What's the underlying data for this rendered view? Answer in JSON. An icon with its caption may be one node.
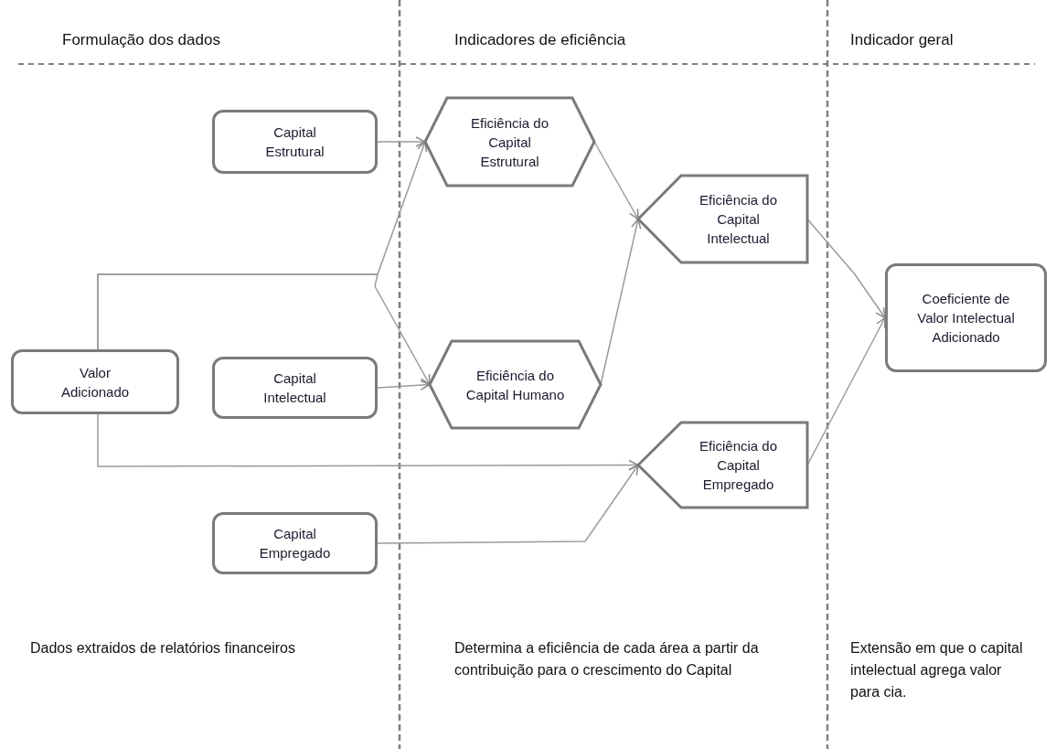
{
  "diagram": {
    "nodes": [
      {
        "text": [
          "Capital Estrutural"
        ]
      },
      {
        "text": [
          "Valor Adicionado"
        ]
      },
      {
        "text": [
          "Capital Intelectual"
        ]
      },
      {
        "text": [
          "Capital Empregado"
        ]
      },
      {
        "text": [
          "Eficiência do Capital Estrutural"
        ]
      },
      {
        "text": [
          "Eficiência do Capital Humano"
        ]
      },
      {
        "text": [
          "Eficiência do Capital Intelectual"
        ]
      },
      {
        "text": [
          "Eficiência do Capital Empregado"
        ]
      },
      {
        "text": [
          "Coeficiente de Valor Intelectual Adicionado"
        ]
      }
    ],
    "edges": [
      {
        "from": 0,
        "to": 4,
        "arrow": "to"
      },
      {
        "from": 1,
        "to": 4,
        "arrow": "to"
      },
      {
        "from": 1,
        "to": 5,
        "arrow": "to"
      },
      {
        "from": 2,
        "to": 5,
        "arrow": "to"
      },
      {
        "from": 4,
        "to": 6,
        "arrow": "to"
      },
      {
        "from": 5,
        "to": 6,
        "arrow": "to"
      },
      {
        "from": 1,
        "to": 7,
        "arrow": "to"
      },
      {
        "from": 3,
        "to": 7,
        "arrow": "to"
      },
      {
        "from": 6,
        "to": 8,
        "arrow": "to"
      },
      {
        "from": 7,
        "to": 8,
        "arrow": "to"
      }
    ],
    "labels": [
      "Formulação dos dados",
      "Indicadores de eficiência",
      "Indicador geral",
      "Dados extraidos de relatórios financeiros",
      "Determina a eficiência de cada área a partir da contribuição para o crescimento do Capital",
      "Extensão em que o capital intelectual agrega valor para cia."
    ]
  }
}
